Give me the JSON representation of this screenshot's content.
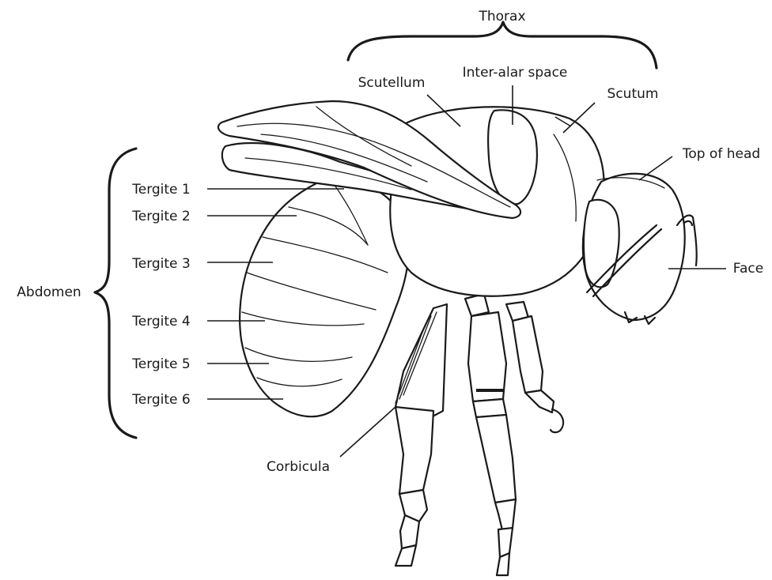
{
  "diagram": {
    "regions": {
      "thorax": "Thorax",
      "abdomen": "Abdomen"
    },
    "labels": {
      "scutellum": "Scutellum",
      "inter_alar_space": "Inter-alar space",
      "scutum": "Scutum",
      "top_of_head": "Top of head",
      "face": "Face",
      "corbicula": "Corbicula",
      "tergite_1": "Tergite 1",
      "tergite_2": "Tergite 2",
      "tergite_3": "Tergite 3",
      "tergite_4": "Tergite 4",
      "tergite_5": "Tergite 5",
      "tergite_6": "Tergite 6"
    }
  }
}
